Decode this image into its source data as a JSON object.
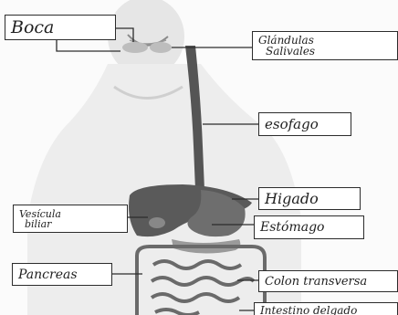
{
  "figure": {
    "labels": {
      "boca": "Boca",
      "glandulas_line1": "Glándulas",
      "glandulas_line2": "Salivales",
      "esofago": "esofago",
      "higado": "Higado",
      "vesicula_line1": "Vesícula",
      "vesicula_line2": "biliar",
      "estomago": "Estómago",
      "pancreas": "Pancreas",
      "colon": "Colon transversa",
      "intestino_partial": "Intestino delgado"
    },
    "colors": {
      "ink": "#2c2c2c",
      "liver": "#5a5a5a",
      "stomach": "#6e6e6e",
      "body_shadow": "#d8d8d8"
    }
  }
}
